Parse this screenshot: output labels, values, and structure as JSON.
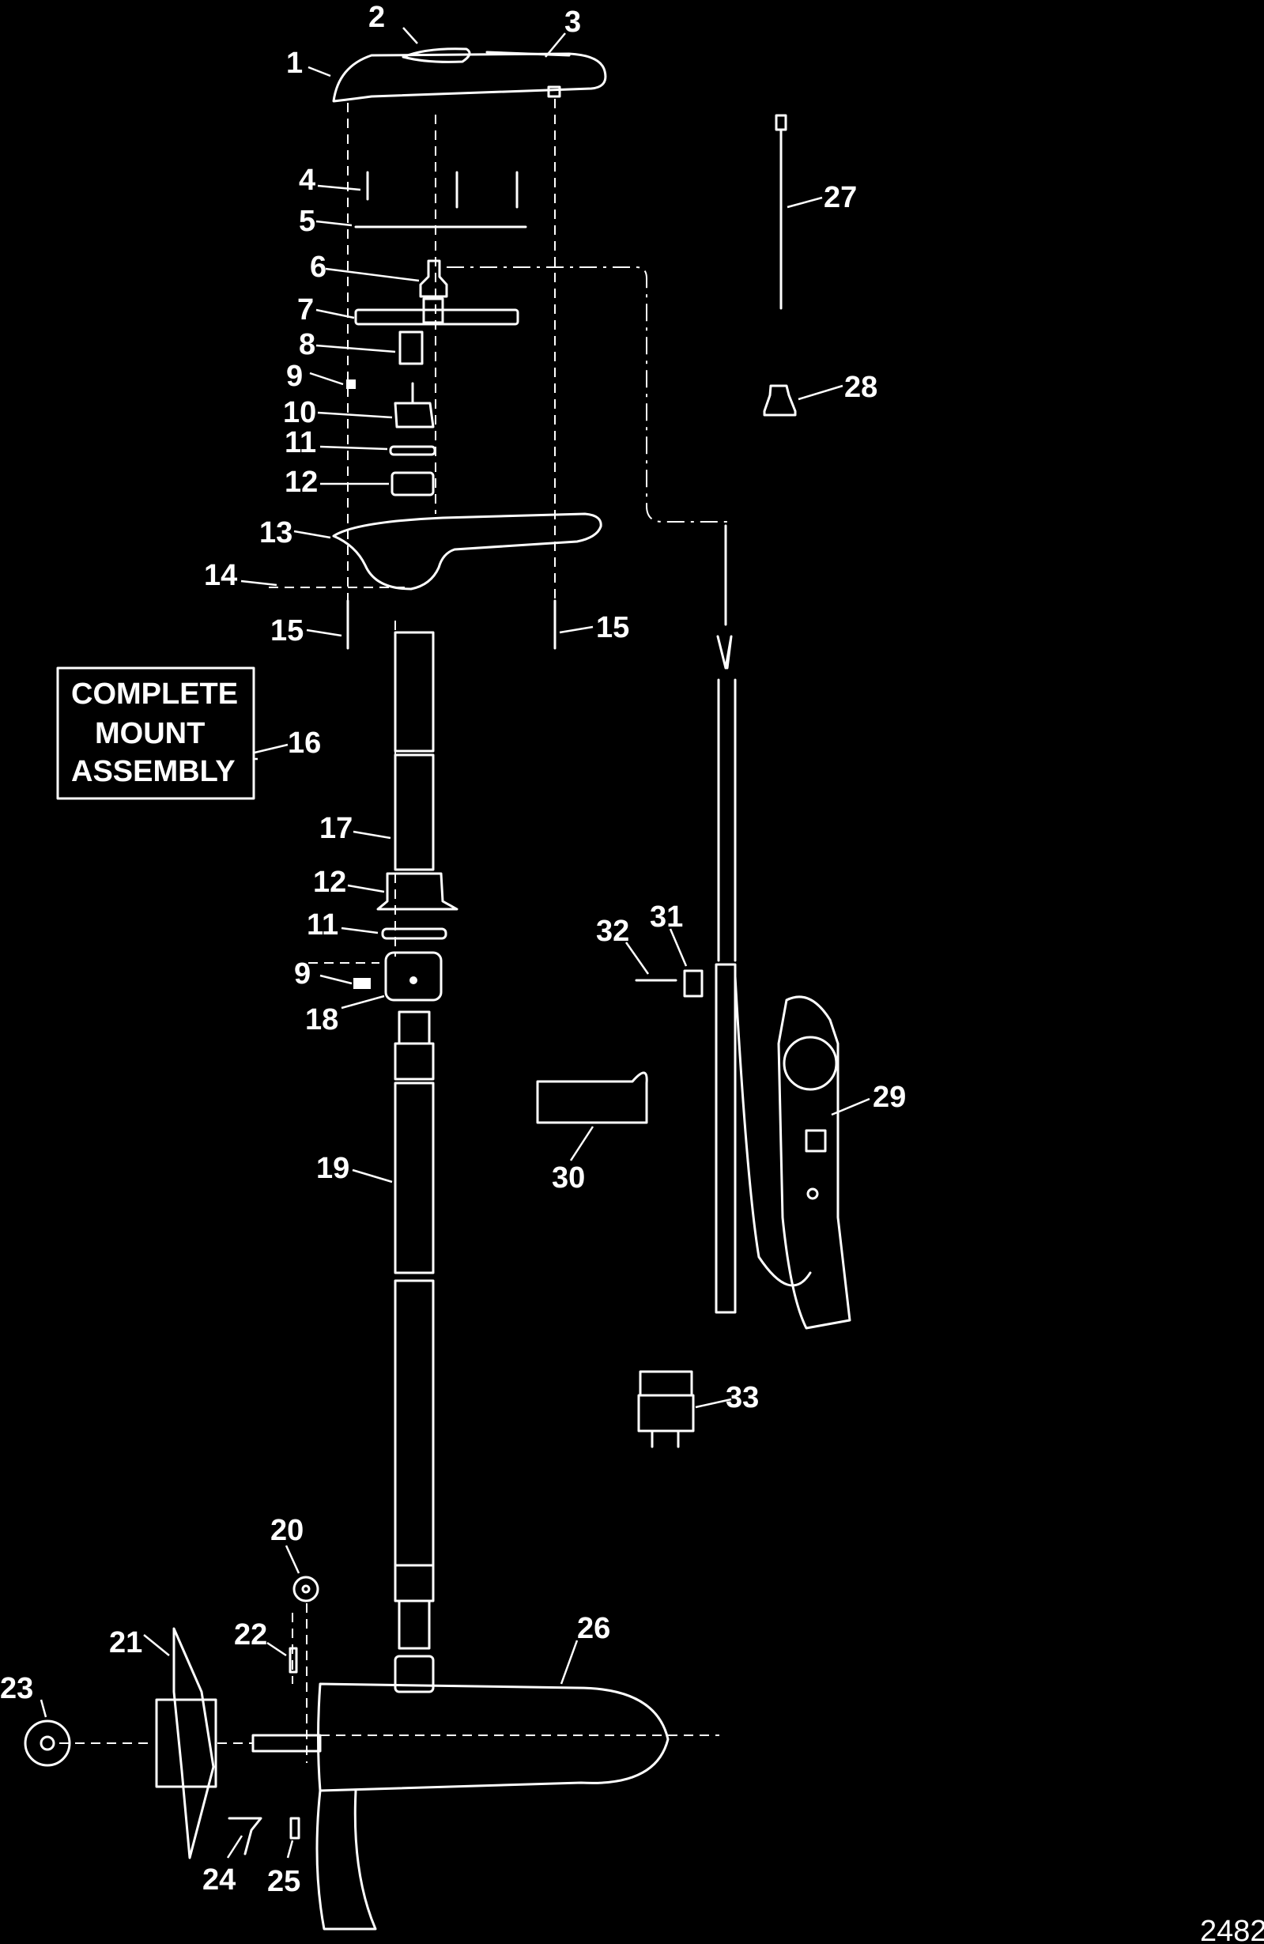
{
  "callouts": {
    "c1": "1",
    "c2": "2",
    "c3": "3",
    "c4": "4",
    "c5": "5",
    "c6": "6",
    "c7": "7",
    "c8": "8",
    "c9a": "9",
    "c10": "10",
    "c11a": "11",
    "c12a": "12",
    "c13": "13",
    "c14": "14",
    "c15a": "15",
    "c15b": "15",
    "c16": "16",
    "c17": "17",
    "c12b": "12",
    "c11b": "11",
    "c9b": "9",
    "c18": "18",
    "c19": "19",
    "c20": "20",
    "c21": "21",
    "c22": "22",
    "c23": "23",
    "c24": "24",
    "c25": "25",
    "c26": "26",
    "c27": "27",
    "c28": "28",
    "c29": "29",
    "c30": "30",
    "c31": "31",
    "c32": "32",
    "c33": "33"
  },
  "assembly_box": {
    "line1": "COMPLETE",
    "line2": "MOUNT",
    "line3": "ASSEMBLY"
  },
  "figure_ref": "2482"
}
